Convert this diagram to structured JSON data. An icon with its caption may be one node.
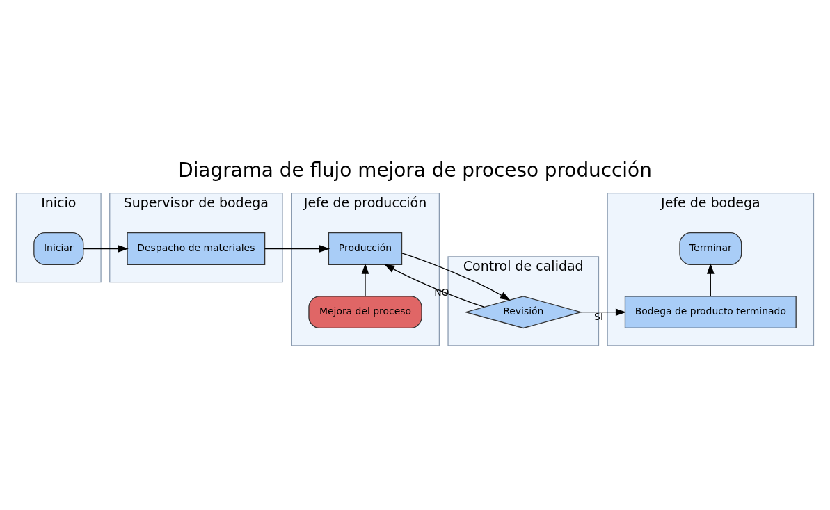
{
  "diagram": {
    "title": "Diagrama de flujo mejora de proceso producción",
    "nodes": [
      {
        "text": [
          "Inicio"
        ]
      },
      {
        "text": [
          "Supervisor de bodega"
        ]
      },
      {
        "text": [
          "Jefe de producción"
        ]
      },
      {
        "text": [
          "Control de calidad"
        ]
      },
      {
        "text": [
          "Jefe de bodega"
        ]
      },
      {
        "text": [
          "Iniciar"
        ],
        "in": 0
      },
      {
        "text": [
          "Despacho de materiales"
        ],
        "in": 1
      },
      {
        "text": [
          "Mejora del proceso"
        ],
        "in": 2
      },
      {
        "text": [
          "Producción"
        ],
        "in": 2
      },
      {
        "text": [
          "Revisión"
        ],
        "in": 3
      },
      {
        "text": [
          "Bodega de producto terminado"
        ],
        "in": 4
      },
      {
        "text": [
          "Terminar"
        ],
        "in": 4
      }
    ],
    "edges": [
      {
        "from": 5,
        "to": 6,
        "arrow": "to"
      },
      {
        "from": 6,
        "to": 8,
        "arrow": "to"
      },
      {
        "from": 7,
        "to": 8,
        "arrow": "to"
      },
      {
        "from": 8,
        "to": 9,
        "arrow": "to"
      },
      {
        "from": 9,
        "to": 10,
        "arrow": "to",
        "label": "SI"
      },
      {
        "from": 9,
        "to": 8,
        "arrow": "to",
        "label": "NO"
      },
      {
        "from": 10,
        "to": 11,
        "arrow": "to"
      }
    ]
  }
}
